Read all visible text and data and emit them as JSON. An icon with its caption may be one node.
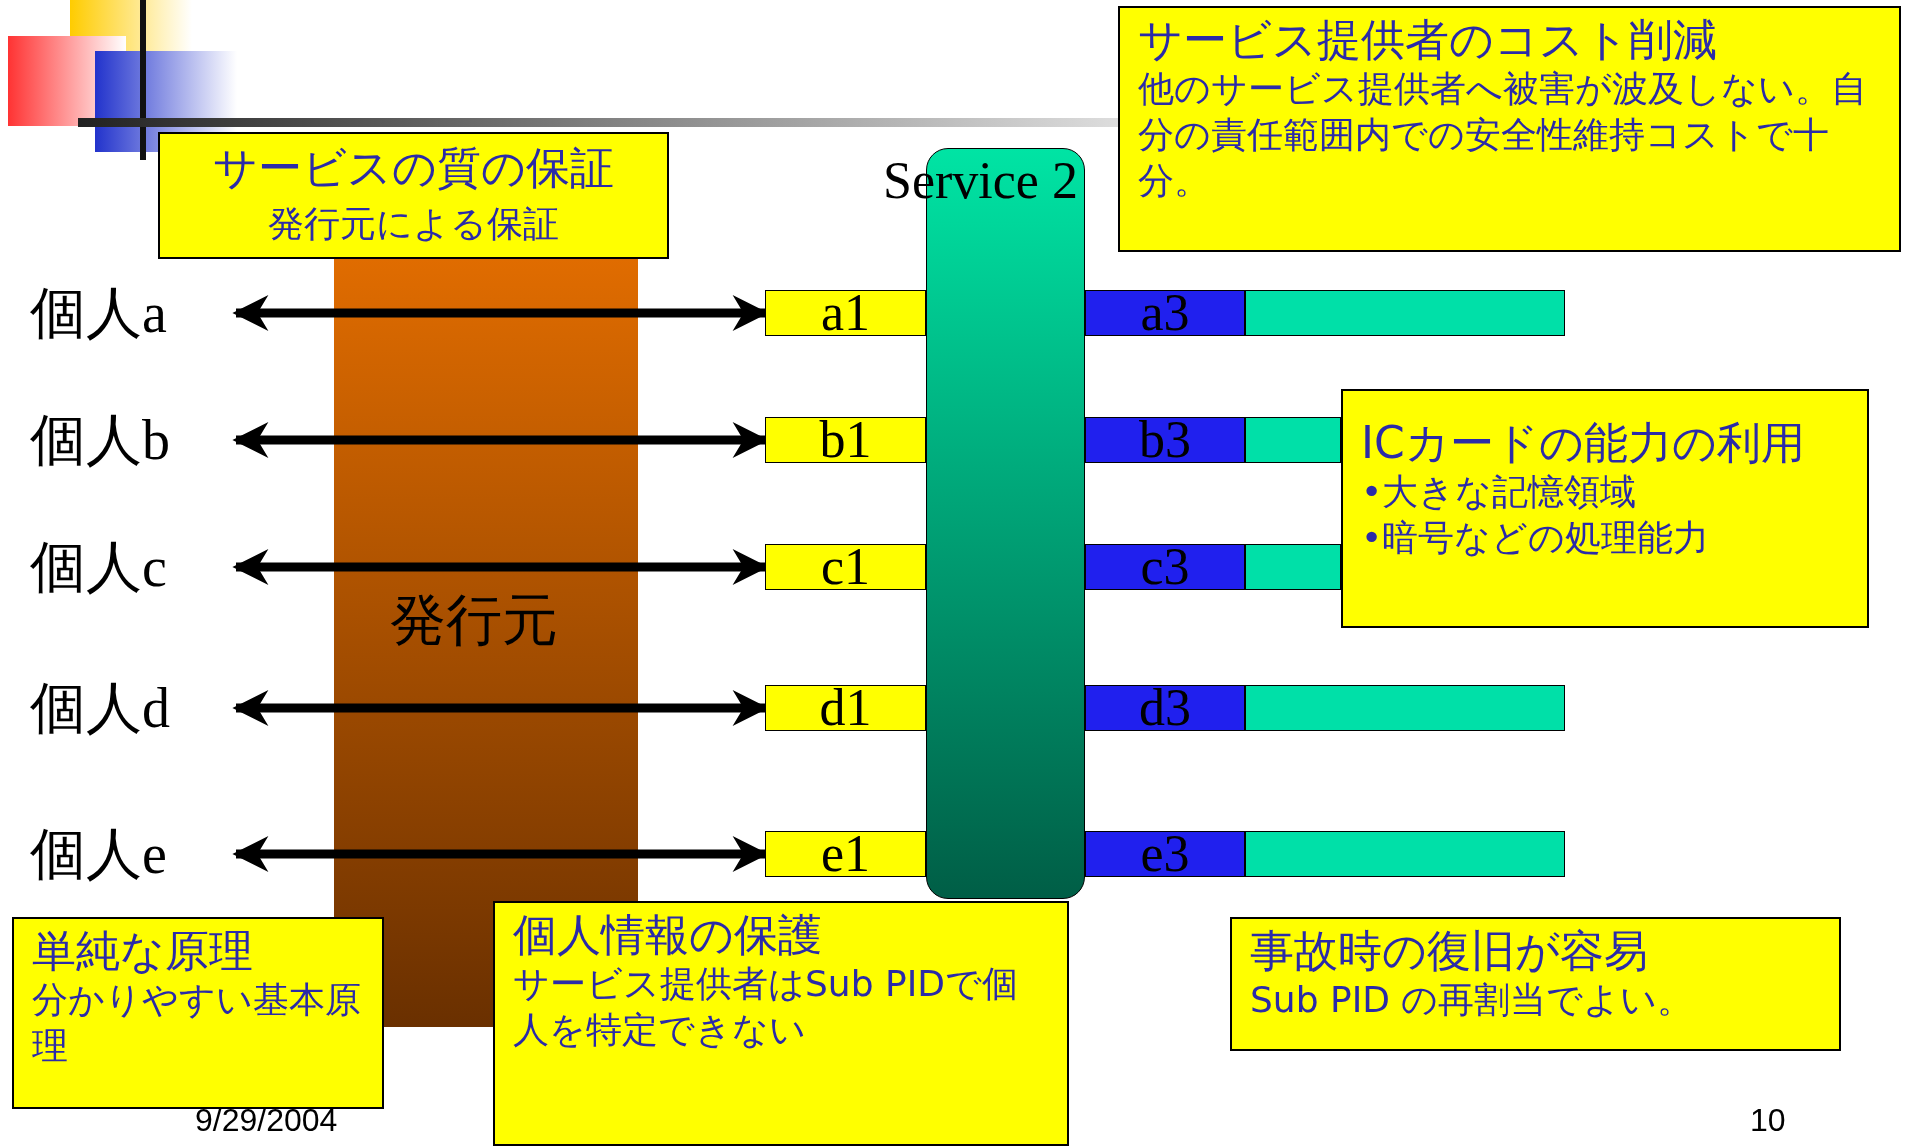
{
  "diagram": {
    "nodes": [
      {
        "text": [
          "サービスの質の保証",
          "発行元による保証"
        ]
      },
      {
        "text": [
          "サービス提供者のコスト削減",
          "他のサービス提供者へ被害が波及しない。自分の責任範囲内での安全性維持コストで十分。"
        ]
      },
      {
        "text": [
          "Service 2"
        ]
      },
      {
        "text": [
          "個人a"
        ]
      },
      {
        "text": [
          "個人b"
        ]
      },
      {
        "text": [
          "個人c"
        ]
      },
      {
        "text": [
          "個人d"
        ]
      },
      {
        "text": [
          "個人e"
        ]
      },
      {
        "text": [
          "発行元"
        ]
      },
      {
        "text": [
          "a1"
        ]
      },
      {
        "text": [
          "b1"
        ]
      },
      {
        "text": [
          "c1"
        ]
      },
      {
        "text": [
          "d1"
        ]
      },
      {
        "text": [
          "e1"
        ]
      },
      {
        "text": [
          "a3"
        ]
      },
      {
        "text": [
          "b3"
        ]
      },
      {
        "text": [
          "c3"
        ]
      },
      {
        "text": [
          "d3"
        ]
      },
      {
        "text": [
          "e3"
        ]
      },
      {
        "text": [],
        "shape": "bar"
      },
      {
        "text": [],
        "shape": "bar"
      },
      {
        "text": [],
        "shape": "bar"
      },
      {
        "text": [],
        "shape": "bar"
      },
      {
        "text": [],
        "shape": "bar"
      },
      {
        "text": [
          "ICカードの能力の利用",
          "•大きな記憶領域",
          "•暗号などの処理能力"
        ]
      },
      {
        "text": [
          "単純な原理",
          "分かりやすい基本原理"
        ]
      },
      {
        "text": [
          "個人情報の保護",
          "サービス提供者はSub PIDで個人を特定できない"
        ]
      },
      {
        "text": [
          "事故時の復旧が容易",
          "Sub PID の再割当でよい。"
        ]
      }
    ],
    "edges": [
      {
        "from": 3,
        "to": 9,
        "arrow": "both"
      },
      {
        "from": 4,
        "to": 10,
        "arrow": "both"
      },
      {
        "from": 5,
        "to": 11,
        "arrow": "both"
      },
      {
        "from": 6,
        "to": 12,
        "arrow": "both"
      },
      {
        "from": 7,
        "to": 13,
        "arrow": "both"
      }
    ],
    "labels": [
      "9/29/2004",
      "10"
    ]
  }
}
